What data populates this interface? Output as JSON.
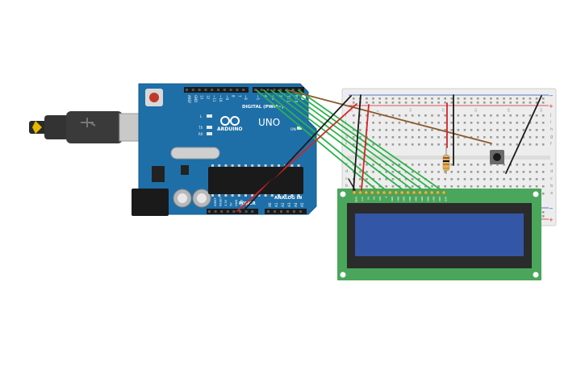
{
  "arduino": {
    "model_label": "UNO",
    "brand_label": "ARDUINO",
    "digital_header_label": "DIGITAL (PWM~)",
    "power_header_label": "POWER",
    "analog_header_label": "ANALOG IN",
    "on_label": "ON",
    "led_labels": [
      "L",
      "TX",
      "RX"
    ],
    "top_pin_labels": [
      "AREF",
      "GND",
      "13",
      "12",
      "~11",
      "~10",
      "~9",
      "8",
      "7",
      "~6",
      "~5",
      "4",
      "~3",
      "2",
      "TX 1",
      "RX 0"
    ],
    "power_pin_labels": [
      "IOREF",
      "RESET",
      "3.3V",
      "5V",
      "GND",
      "GND",
      "Vin"
    ],
    "analog_pin_labels": [
      "A0",
      "A1",
      "A2",
      "A3",
      "A4",
      "A5"
    ]
  },
  "breadboard": {
    "plus_label": "+",
    "minus_label": "−",
    "row_letters_top": [
      "j",
      "i",
      "h",
      "g",
      "f"
    ],
    "row_letters_bottom": [
      "e",
      "d",
      "c",
      "b",
      "a"
    ],
    "column_numbers": [
      "1",
      "5",
      "10",
      "15",
      "20",
      "25",
      "30"
    ]
  },
  "lcd": {
    "pin_labels": [
      "GND",
      "VCC",
      "V0",
      "RS",
      "RW",
      "E",
      "DB0",
      "DB1",
      "DB2",
      "DB3",
      "DB4",
      "DB5",
      "DB6",
      "DB7",
      "LED",
      "LED"
    ]
  },
  "colors": {
    "board_blue": "#1e6fa8",
    "wire_green": "#2db34a",
    "wire_red": "#d32424",
    "wire_black": "#1b1b1b",
    "wire_brown": "#8a5a2b",
    "lcd_green": "#4aa65a",
    "lcd_screen": "#3456a6"
  }
}
